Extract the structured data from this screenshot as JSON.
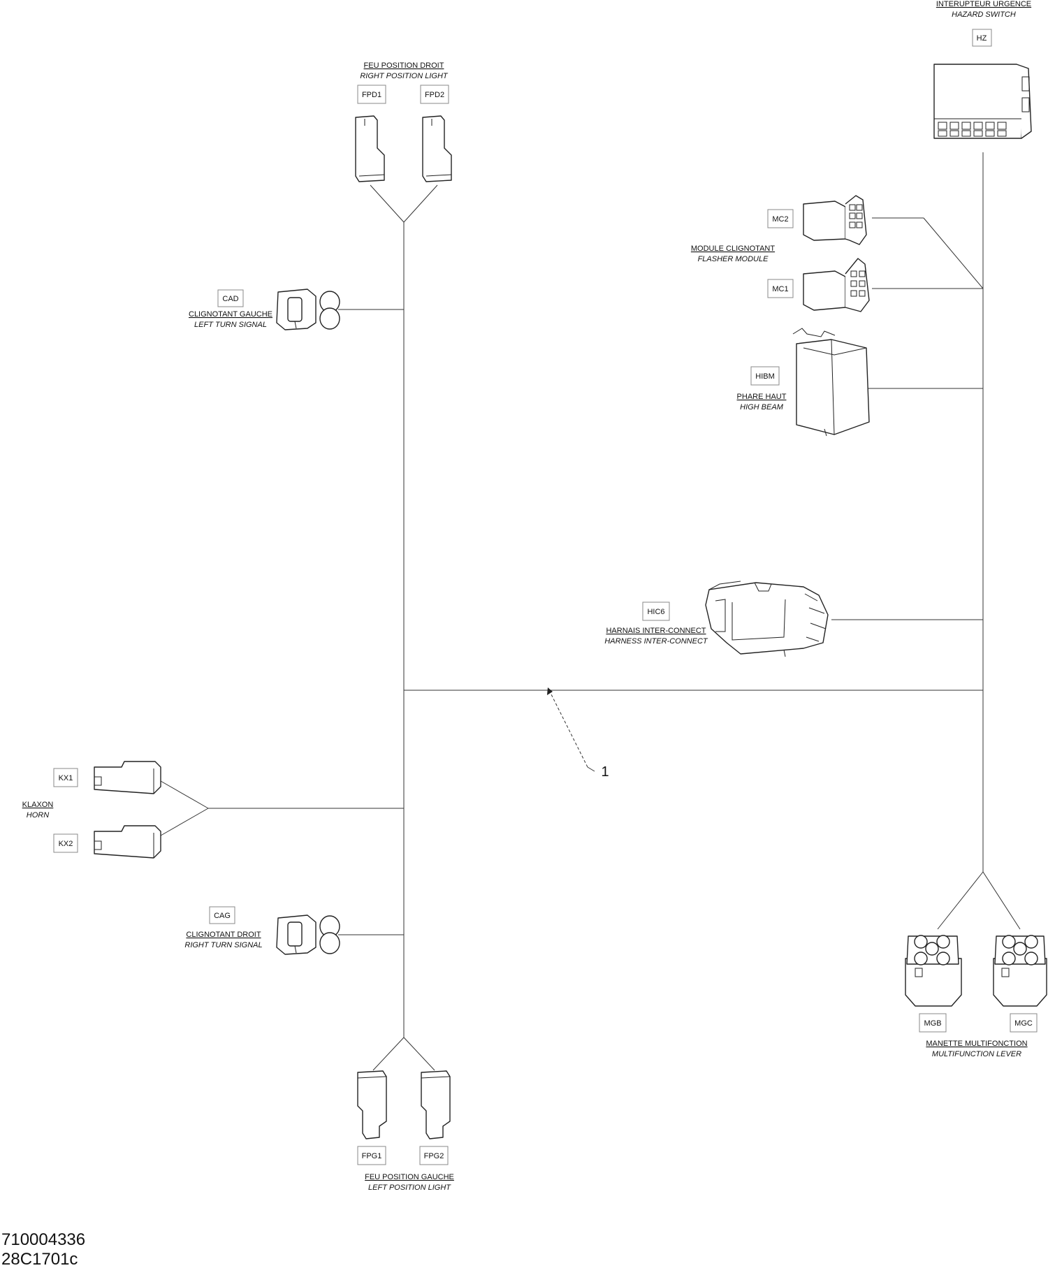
{
  "components": {
    "hazard_switch": {
      "code": "HZ",
      "label_fr": "INTERUPTEUR URGENCE",
      "label_en": "HAZARD SWITCH"
    },
    "right_position_light": {
      "codes": [
        "FPD1",
        "FPD2"
      ],
      "label_fr": "FEU POSITION DROIT",
      "label_en": "RIGHT POSITION LIGHT"
    },
    "left_turn_signal": {
      "code": "CAD",
      "label_fr": "CLIGNOTANT GAUCHE",
      "label_en": "LEFT TURN SIGNAL"
    },
    "flasher_module": {
      "codes": [
        "MC2",
        "MC1"
      ],
      "label_fr": "MODULE CLIGNOTANT",
      "label_en": "FLASHER MODULE"
    },
    "high_beam": {
      "code": "HIBM",
      "label_fr": "PHARE HAUT",
      "label_en": "HIGH BEAM"
    },
    "harness_interconnect": {
      "code": "HIC6",
      "label_fr": "HARNAIS INTER-CONNECT",
      "label_en": "HARNESS INTER-CONNECT"
    },
    "horn": {
      "codes": [
        "KX1",
        "KX2"
      ],
      "label_fr": "KLAXON",
      "label_en": "HORN"
    },
    "right_turn_signal": {
      "code": "CAG",
      "label_fr": "CLIGNOTANT DROIT",
      "label_en": "RIGHT TURN SIGNAL"
    },
    "left_position_light": {
      "codes": [
        "FPG1",
        "FPG2"
      ],
      "label_fr": "FEU POSITION GAUCHE",
      "label_en": "LEFT POSITION LIGHT"
    },
    "multifunction_lever": {
      "codes": [
        "MGB",
        "MGC"
      ],
      "label_fr": "MANETTE MULTIFONCTION",
      "label_en": "MULTIFUNCTION LEVER"
    }
  },
  "callout": {
    "number": "1"
  },
  "footer": {
    "part_number": "710004336",
    "drawing_code": "28C1701c"
  }
}
